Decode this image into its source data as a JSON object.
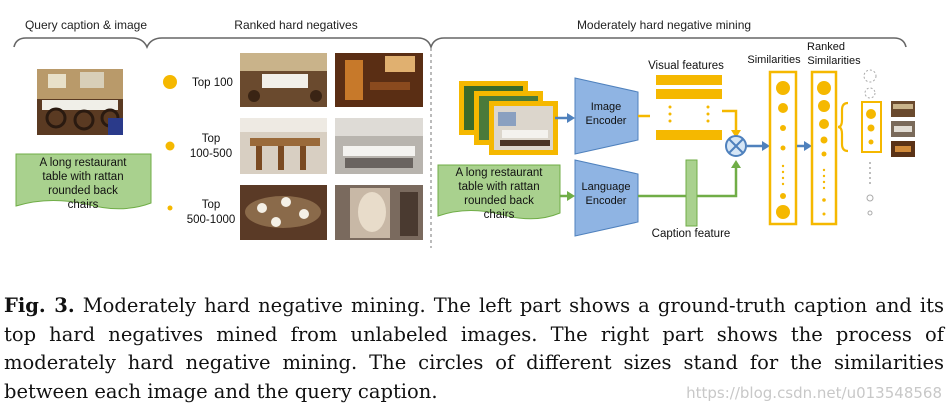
{
  "headers": {
    "query": "Query caption & image",
    "ranked": "Ranked hard negatives",
    "mining": "Moderately hard negative mining"
  },
  "query_caption": [
    "A long restaurant",
    "table with rattan",
    "rounded back",
    "chairs"
  ],
  "ranks": {
    "top100": "Top 100",
    "top500_a": "Top",
    "top500_b": "100-500",
    "top1000_a": "Top",
    "top1000_b": "500-1000"
  },
  "pipeline": {
    "visual_features": "Visual features",
    "image_encoder_a": "Image",
    "image_encoder_b": "Encoder",
    "language_encoder_a": "Language",
    "language_encoder_b": "Encoder",
    "caption_feature": "Caption feature",
    "similarities": "Similarities",
    "ranked_a": "Ranked",
    "ranked_b": "Similarities"
  },
  "caption": {
    "label": "Fig. 3.",
    "text": "Moderately hard negative mining. The left part shows a ground-truth caption and its top hard negatives mined from unlabeled images. The right part shows the process of moderately hard negative mining. The circles of different sizes stand for the similarities between each image and the query caption."
  },
  "watermark": "https://blog.csdn.net/u013548568",
  "colors": {
    "accent": "#f5b800",
    "green_fill": "#a9d18e",
    "green_stroke": "#70ad47",
    "blue_fill": "#8fb4e3",
    "blue_stroke": "#4f81bd",
    "brace": "#555555"
  }
}
